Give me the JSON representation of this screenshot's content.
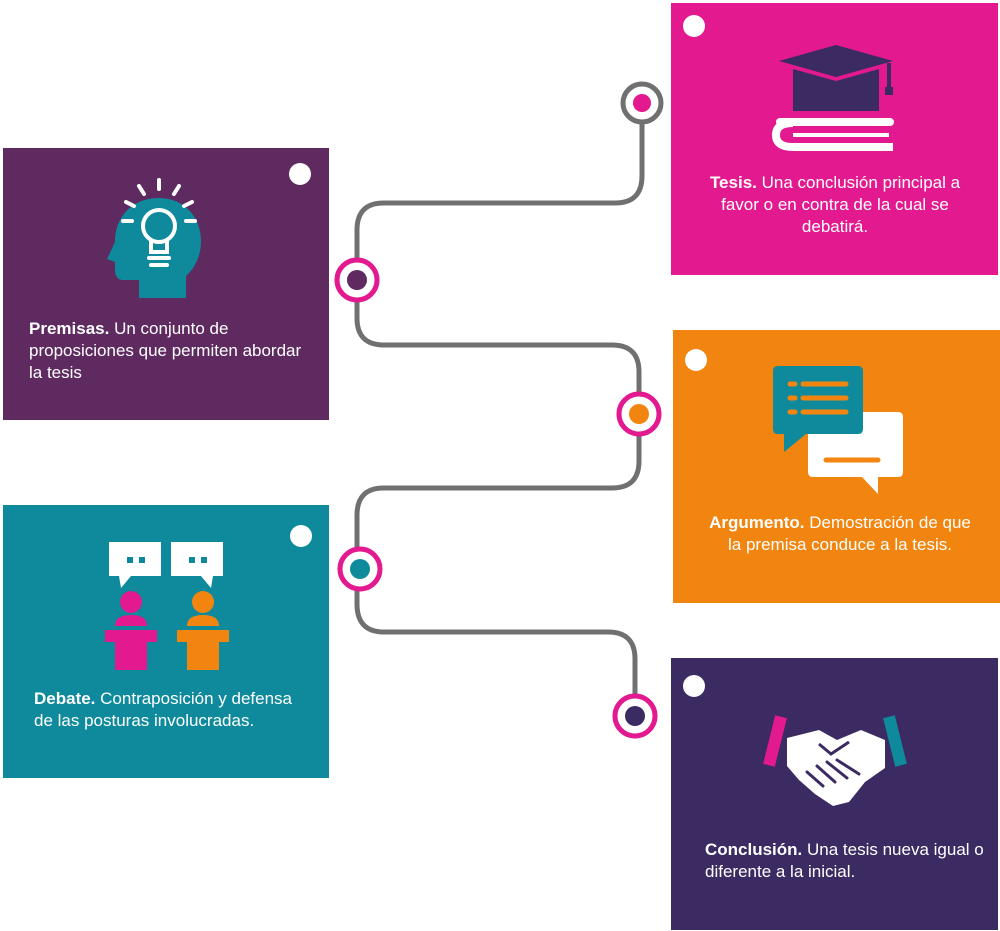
{
  "steps": [
    {
      "key": "tesis",
      "term": "Tesis.",
      "description": "Una conclusión principal a favor o en contra de la cual se debatirá.",
      "color": "#e3198f",
      "icon": "graduation-cap-book-icon"
    },
    {
      "key": "premisas",
      "term": "Premisas.",
      "description": "Un conjunto de proposiciones que permiten abordar la tesis",
      "color": "#5e2a60",
      "icon": "head-lightbulb-icon"
    },
    {
      "key": "argumento",
      "term": "Argumento.",
      "description": "Demostración de que la premisa conduce a la tesis.",
      "color": "#f2850f",
      "icon": "speech-bubbles-icon"
    },
    {
      "key": "debate",
      "term": "Debate.",
      "description": "Contraposición y defensa de las posturas involucradas.",
      "color": "#0e8a9c",
      "icon": "debate-podiums-icon"
    },
    {
      "key": "conclusion",
      "term": "Conclusión.",
      "description": "Una tesis nueva igual o diferente a la inicial.",
      "color": "#3c2b62",
      "icon": "handshake-icon"
    }
  ],
  "colors": {
    "connector_line": "#707070",
    "node_ring": "#e3198f",
    "node_center_tesis": "#e3198f",
    "node_center_premisas": "#5e2a60",
    "node_center_argumento": "#f2850f",
    "node_center_debate": "#0e8a9c",
    "node_center_conclusion": "#3c2b62"
  }
}
